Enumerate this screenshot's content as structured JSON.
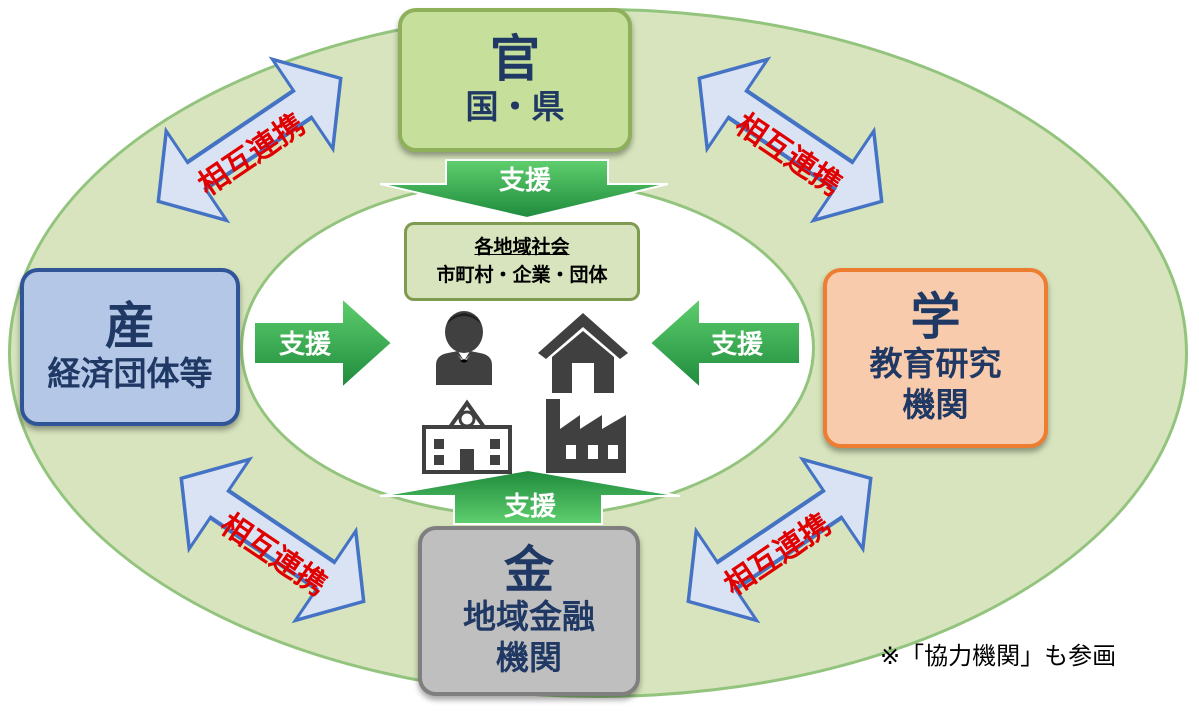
{
  "government": {
    "title": "官",
    "subtitle": "国・県"
  },
  "industry": {
    "title": "産",
    "subtitle": "経済団体等"
  },
  "academia": {
    "title": "学",
    "subtitle_line1": "教育研究",
    "subtitle_line2": "機関"
  },
  "finance": {
    "title": "金",
    "subtitle_line1": "地域金融",
    "subtitle_line2": "機関"
  },
  "center": {
    "line1": "各地域社会",
    "line2": "市町村・企業・団体"
  },
  "support_label": "支援",
  "mutual_label": "相互連携",
  "note": "※「協力機関」も参画",
  "icons": [
    "person-icon",
    "house-icon",
    "school-icon",
    "factory-icon"
  ],
  "colors": {
    "ring": "#d7e4bd",
    "support_arrow": "#2e9e4a",
    "mutual_text": "#e00000",
    "mutual_arrow": "#dae3f3"
  }
}
